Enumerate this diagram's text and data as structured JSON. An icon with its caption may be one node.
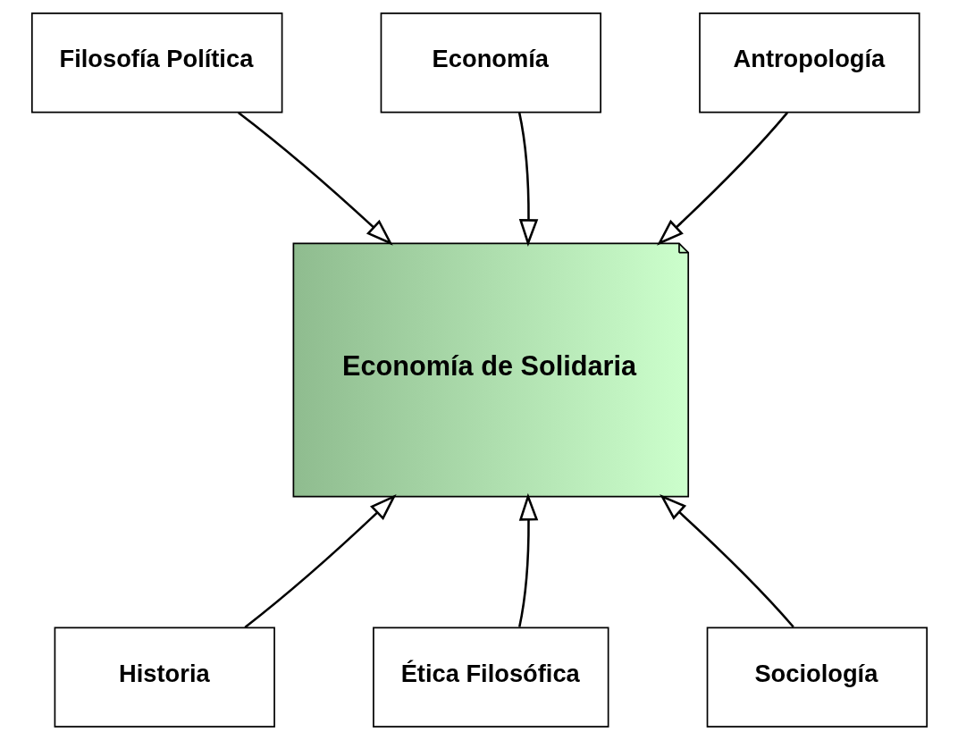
{
  "diagram": {
    "nodes": [
      {
        "text": [
          "Filosofía Política"
        ]
      },
      {
        "text": [
          "Economía"
        ]
      },
      {
        "text": [
          "Antropología"
        ]
      },
      {
        "text": [
          "Economía de Solidaria"
        ]
      },
      {
        "text": [
          "Historia"
        ]
      },
      {
        "text": [
          "Ética Filosófica"
        ]
      },
      {
        "text": [
          "Sociología"
        ]
      }
    ],
    "edges": [
      {
        "from": 0,
        "to": 3,
        "arrow": "to"
      },
      {
        "from": 1,
        "to": 3,
        "arrow": "to"
      },
      {
        "from": 2,
        "to": 3,
        "arrow": "to"
      },
      {
        "from": 4,
        "to": 3,
        "arrow": "to"
      },
      {
        "from": 5,
        "to": 3,
        "arrow": "to"
      },
      {
        "from": 6,
        "to": 3,
        "arrow": "to"
      }
    ]
  }
}
